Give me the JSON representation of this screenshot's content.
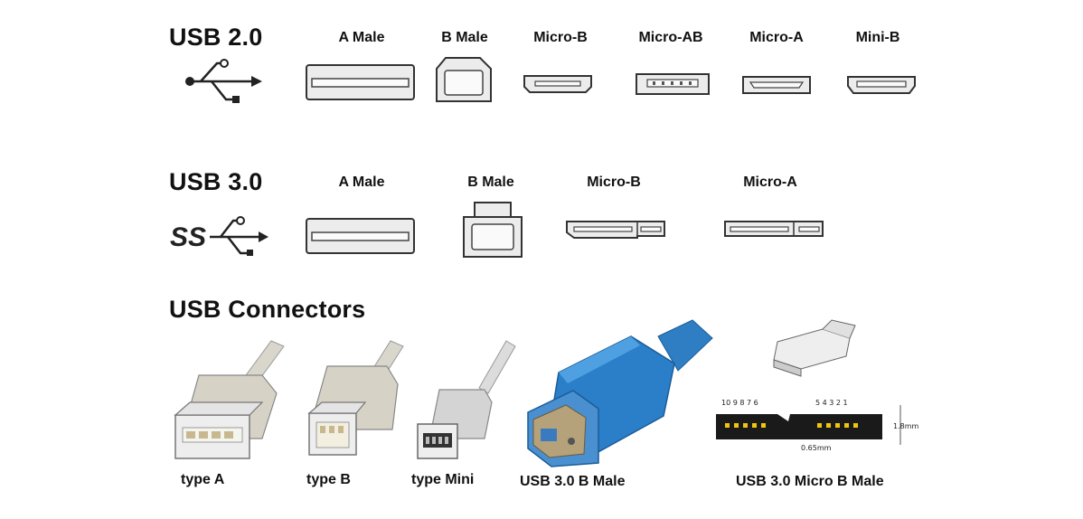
{
  "sections": {
    "usb2_title": "USB 2.0",
    "usb3_title": "USB 3.0",
    "connectors_title": "USB Connectors"
  },
  "usb2": {
    "labels": [
      "A Male",
      "B Male",
      "Micro-B",
      "Micro-AB",
      "Micro-A",
      "Mini-B"
    ]
  },
  "usb3": {
    "labels": [
      "A Male",
      "B Male",
      "Micro-B",
      "Micro-A"
    ],
    "logo_text": "SS"
  },
  "connectors": {
    "captions": [
      "type A",
      "type B",
      "type Mini",
      "USB 3.0 B Male",
      "USB 3.0 Micro B Male"
    ],
    "pin_numbers_left": "10 9 8 7 6",
    "pin_numbers_right": "5 4 3 2 1",
    "dim_height": "1.8mm",
    "dim_gap": "0.65mm"
  },
  "colors": {
    "outline": "#333333",
    "connector_fill": "#e8e8e8",
    "usb3_blue": "#2a7fc8",
    "usb3_blue_dark": "#1a5c99"
  }
}
